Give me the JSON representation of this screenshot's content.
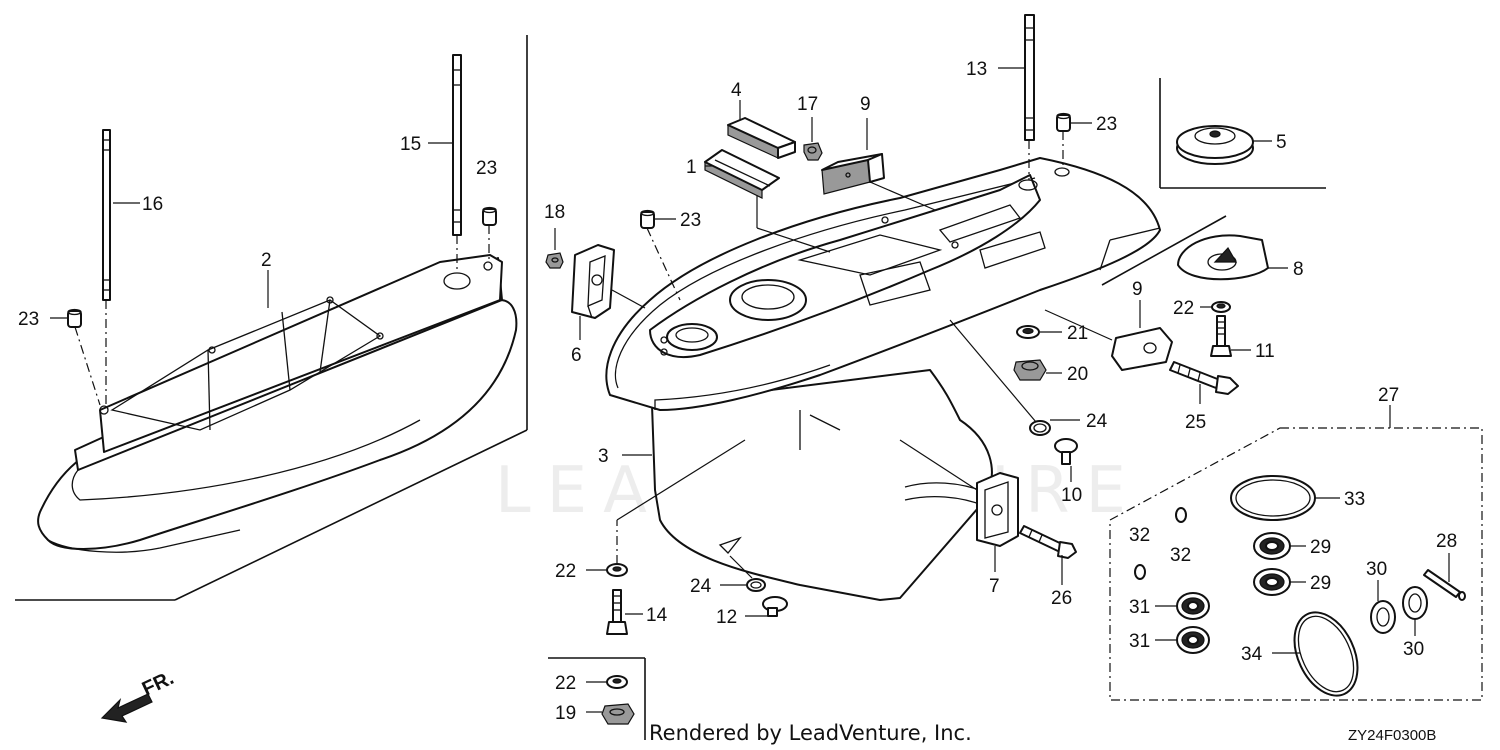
{
  "callouts": {
    "c1": "1",
    "c2": "2",
    "c3": "3",
    "c4": "4",
    "c5": "5",
    "c6": "6",
    "c7": "7",
    "c8": "8",
    "c9a": "9",
    "c9b": "9",
    "c10": "10",
    "c11": "11",
    "c12": "12",
    "c13": "13",
    "c14": "14",
    "c15": "15",
    "c16": "16",
    "c17": "17",
    "c18": "18",
    "c19": "19",
    "c20": "20",
    "c21": "21",
    "c22a": "22",
    "c22b": "22",
    "c22c": "22",
    "c23a": "23",
    "c23b": "23",
    "c23c": "23",
    "c23d": "23",
    "c24a": "24",
    "c24b": "24",
    "c25": "25",
    "c26": "26",
    "c27": "27",
    "c28": "28",
    "c29a": "29",
    "c29b": "29",
    "c30a": "30",
    "c30b": "30",
    "c31a": "31",
    "c31b": "31",
    "c32a": "32",
    "c32b": "32",
    "c33": "33",
    "c34": "34"
  },
  "front_marker": "FR.",
  "watermark": "LEADVENTURE",
  "credit": "Rendered by LeadVenture, Inc.",
  "diagram_code": "ZY24F0300B"
}
